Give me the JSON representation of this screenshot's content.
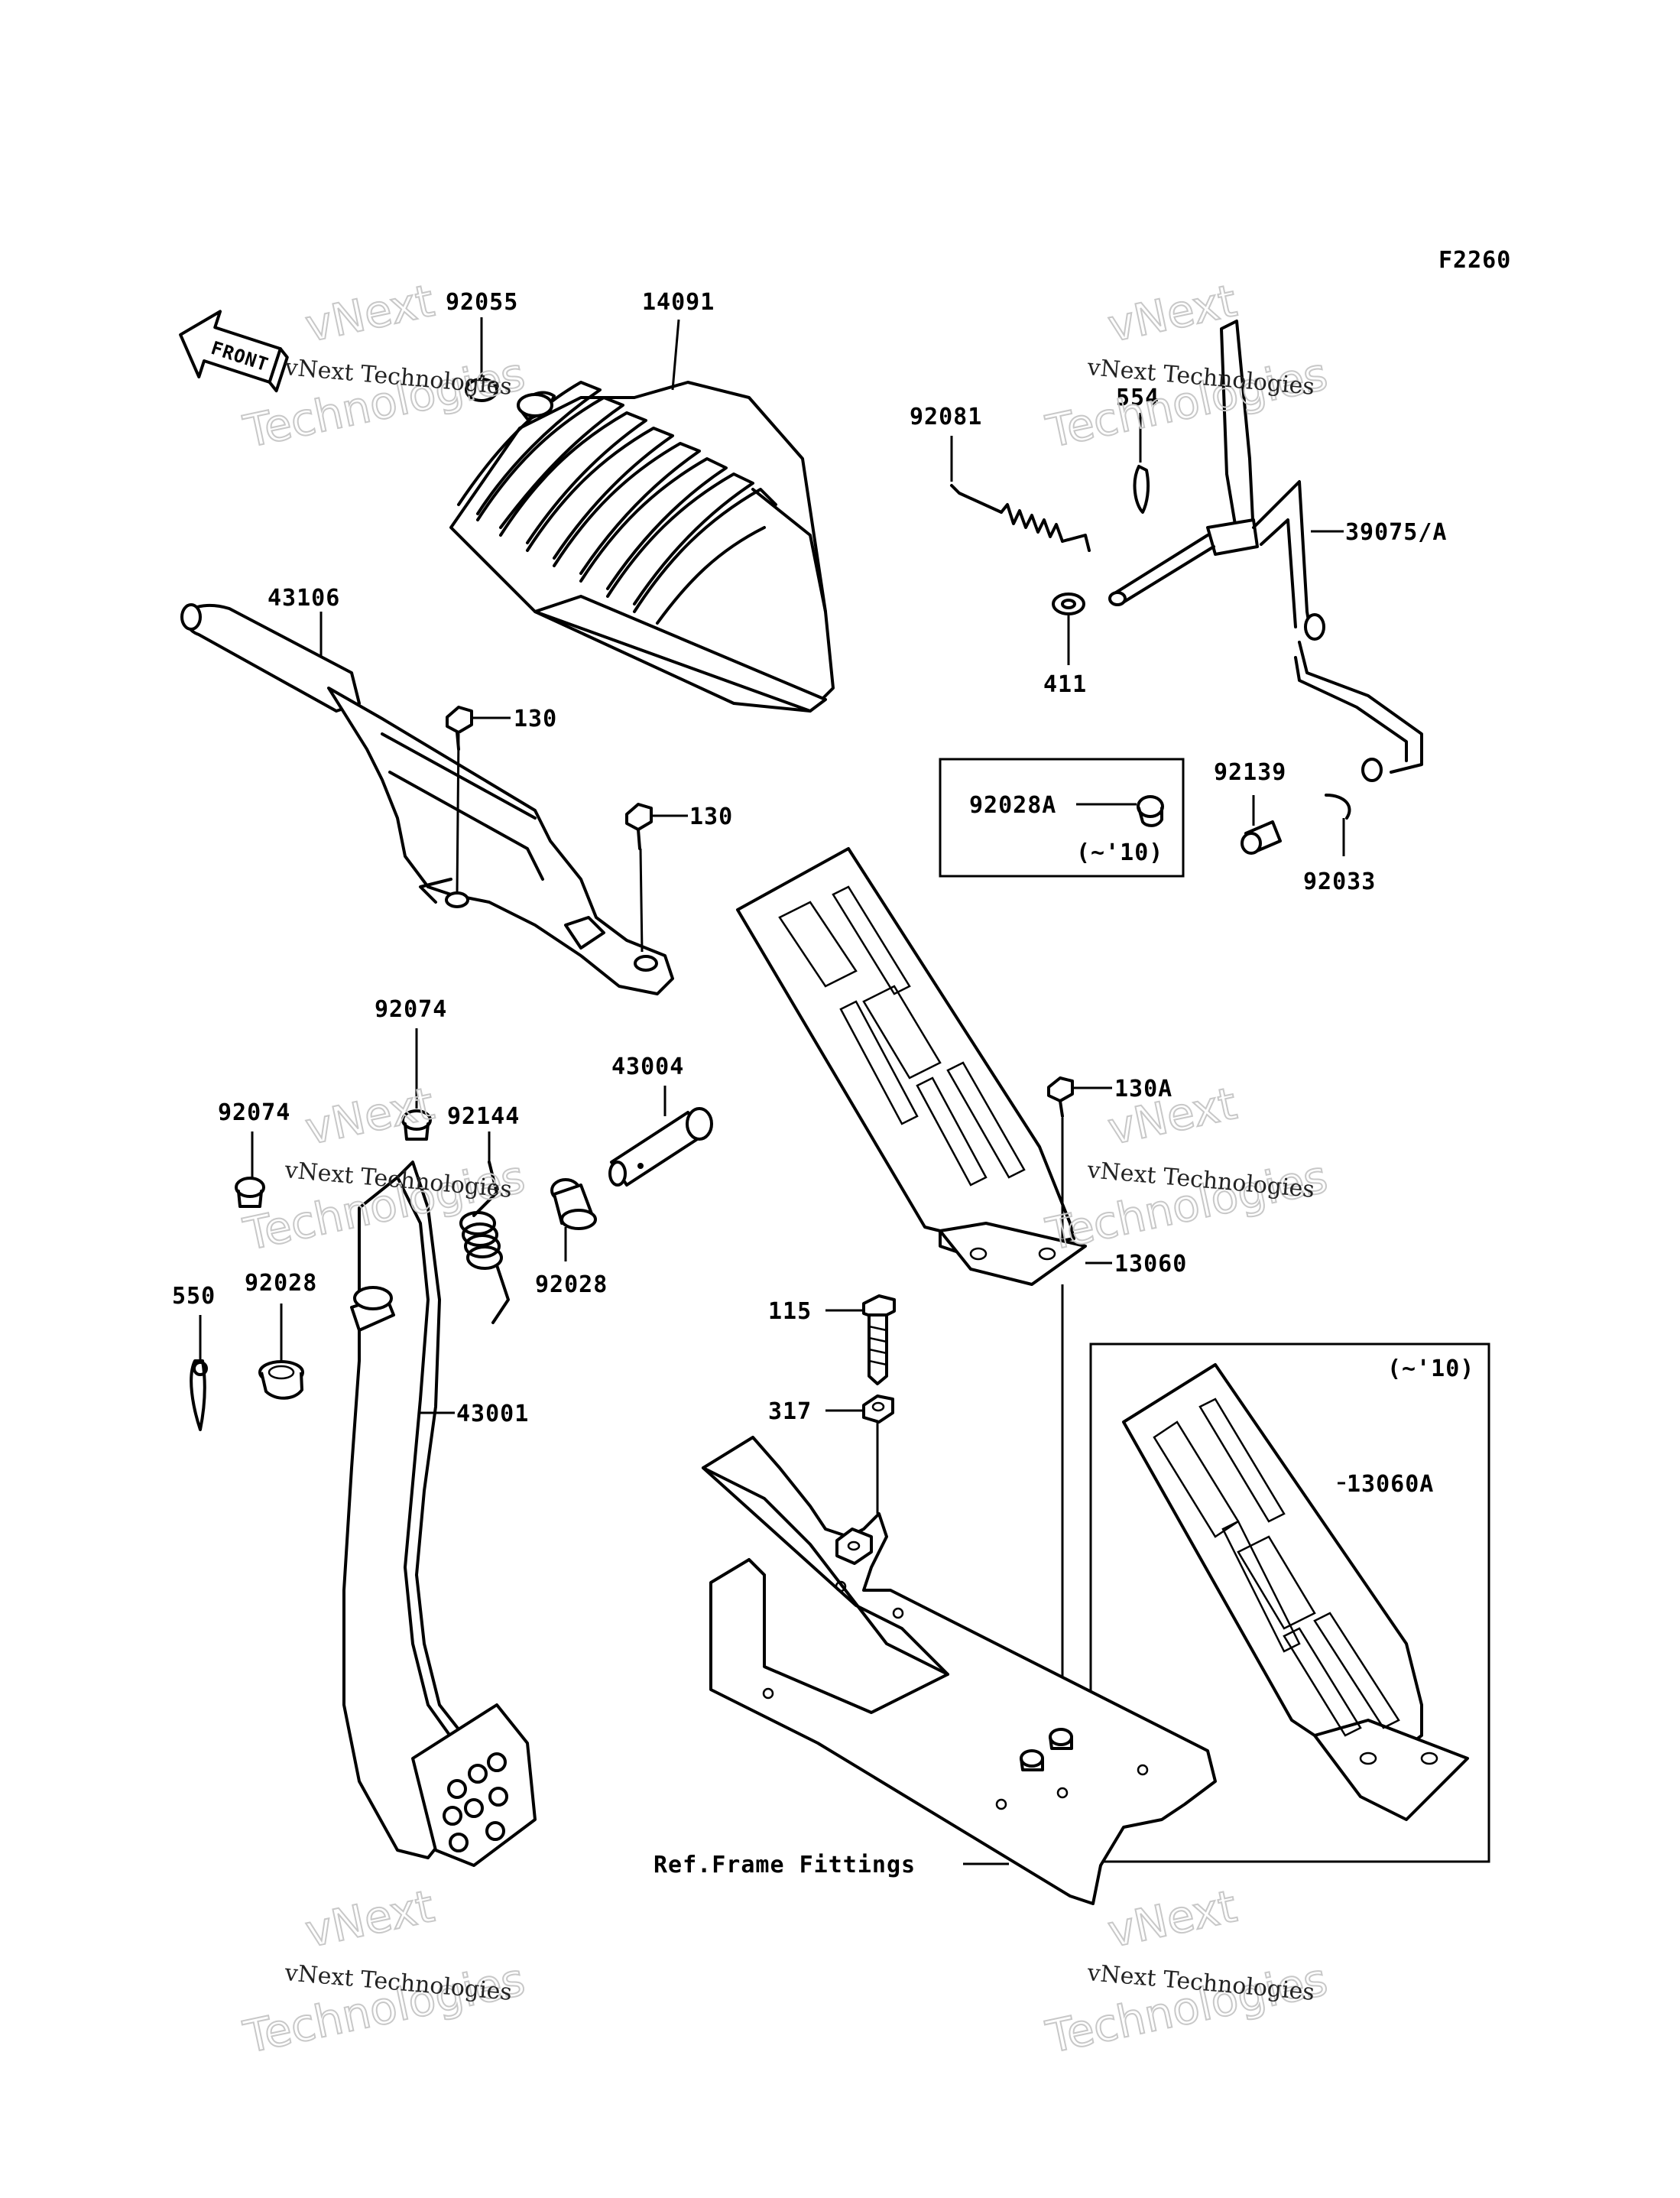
{
  "figure_code": "F2260",
  "direction_arrow": "FRONT",
  "watermark": {
    "line1": "vNext Technologies",
    "line2": "vNext",
    "line3": "Technologies"
  },
  "callouts": {
    "p92055": "92055",
    "p14091": "14091",
    "p43106": "43106",
    "p130a": "130",
    "p130b": "130",
    "p92081": "92081",
    "p554": "554",
    "p39075": "39075/A",
    "p411": "411",
    "p92139": "92139",
    "p92033": "92033",
    "p92028A": "92028A",
    "inset1_note": "(~'10)",
    "p92074a": "92074",
    "p92074b": "92074",
    "p43004": "43004",
    "p92144": "92144",
    "p92028a": "92028",
    "p92028b": "92028",
    "p550": "550",
    "p43001": "43001",
    "p130A": "130A",
    "p13060": "13060",
    "p115": "115",
    "p317": "317",
    "inset2_note": "(~'10)",
    "p13060A": "13060A",
    "ref_frame": "Ref.Frame Fittings"
  }
}
